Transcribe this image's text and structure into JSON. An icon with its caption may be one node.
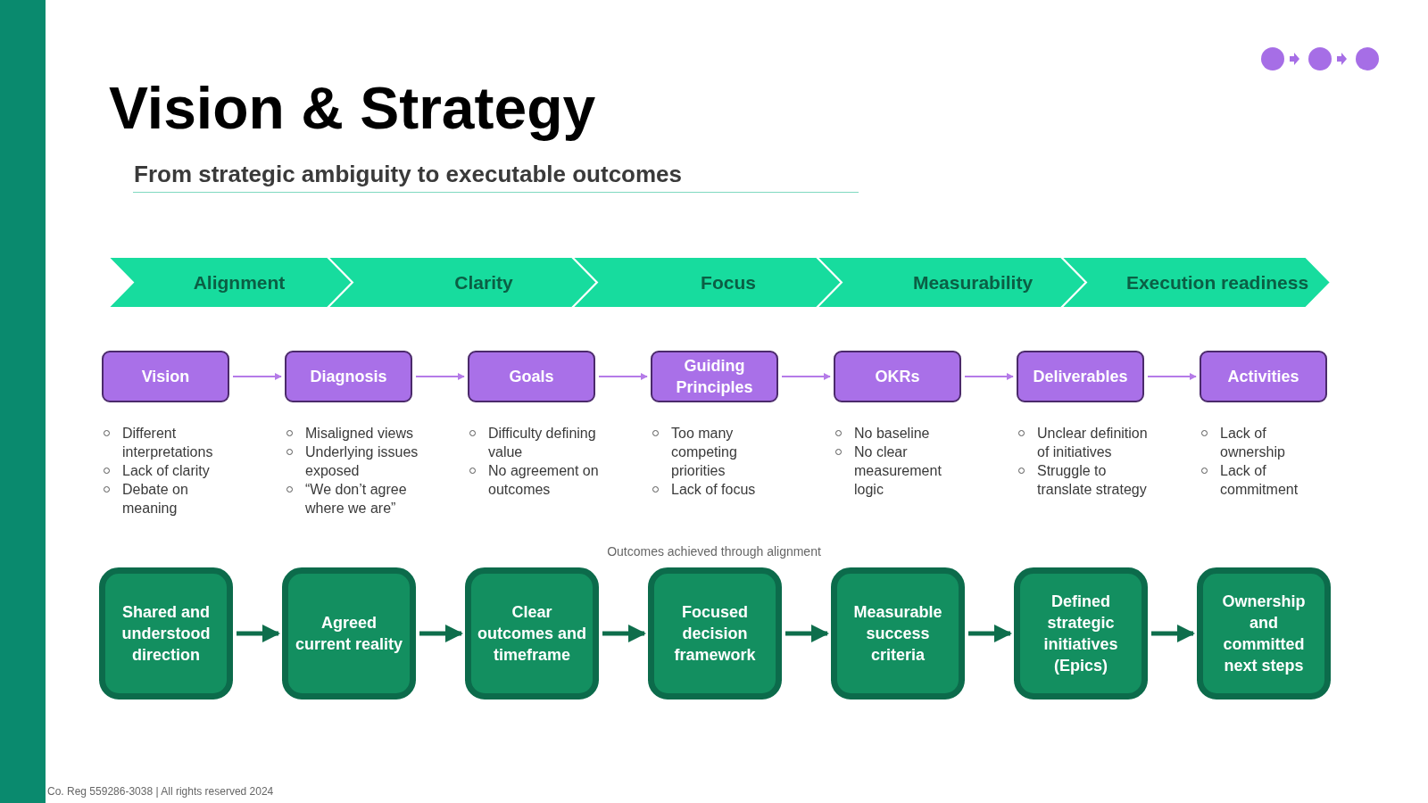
{
  "diagram": {
    "title": "Vision & Strategy",
    "nodes": [
      {
        "text": [
          "Alignment"
        ]
      },
      {
        "text": [
          "Clarity"
        ]
      },
      {
        "text": [
          "Focus"
        ]
      },
      {
        "text": [
          "Measurability"
        ]
      },
      {
        "text": [
          "Execution readiness"
        ]
      },
      {
        "text": [
          "Vision"
        ],
        "beside": [
          "Different interpretations",
          "Lack of clarity",
          "Debate on meaning"
        ]
      },
      {
        "text": [
          "Diagnosis"
        ],
        "beside": [
          "Misaligned views",
          "Underlying issues exposed",
          "“We don’t agree where we are”"
        ]
      },
      {
        "text": [
          "Goals"
        ],
        "beside": [
          "Difficulty defining value",
          "No agreement on outcomes"
        ]
      },
      {
        "text": [
          "Guiding Principles"
        ],
        "beside": [
          "Too many competing priorities",
          "Lack of focus"
        ]
      },
      {
        "text": [
          "OKRs"
        ],
        "beside": [
          "No baseline",
          "No clear measurement logic"
        ]
      },
      {
        "text": [
          "Deliverables"
        ],
        "beside": [
          "Unclear definition of initiatives",
          "Struggle to translate strategy"
        ]
      },
      {
        "text": [
          "Activities"
        ],
        "beside": [
          "Lack of ownership",
          "Lack of commitment"
        ]
      },
      {
        "text": [
          "Shared and understood direction"
        ]
      },
      {
        "text": [
          "Agreed current reality"
        ]
      },
      {
        "text": [
          "Clear outcomes and timeframe"
        ]
      },
      {
        "text": [
          "Focused decision framework"
        ]
      },
      {
        "text": [
          "Measurable success criteria"
        ]
      },
      {
        "text": [
          "Defined strategic initiatives (Epics)"
        ]
      },
      {
        "text": [
          "Ownership and committed next steps"
        ]
      }
    ],
    "edges": [
      {
        "from": 5,
        "to": 6,
        "arrow": "to"
      },
      {
        "from": 6,
        "to": 7,
        "arrow": "to"
      },
      {
        "from": 7,
        "to": 8,
        "arrow": "to"
      },
      {
        "from": 8,
        "to": 9,
        "arrow": "to"
      },
      {
        "from": 9,
        "to": 10,
        "arrow": "to"
      },
      {
        "from": 10,
        "to": 11,
        "arrow": "to"
      },
      {
        "from": 12,
        "to": 13,
        "arrow": "to",
        "style": "thick",
        "color": "#0e6e4c"
      },
      {
        "from": 13,
        "to": 14,
        "arrow": "to",
        "style": "thick",
        "color": "#0e6e4c"
      },
      {
        "from": 14,
        "to": 15,
        "arrow": "to",
        "style": "thick",
        "color": "#0e6e4c"
      },
      {
        "from": 15,
        "to": 16,
        "arrow": "to",
        "style": "thick",
        "color": "#0e6e4c"
      },
      {
        "from": 16,
        "to": 17,
        "arrow": "to",
        "style": "thick",
        "color": "#0e6e4c"
      },
      {
        "from": 17,
        "to": 18,
        "arrow": "to",
        "style": "thick",
        "color": "#0e6e4c"
      }
    ],
    "labels": [
      "From strategic ambiguity to executable outcomes",
      "Outcomes achieved through alignment",
      "Co. Reg 559286-3038 | All rights reserved 2024"
    ]
  }
}
